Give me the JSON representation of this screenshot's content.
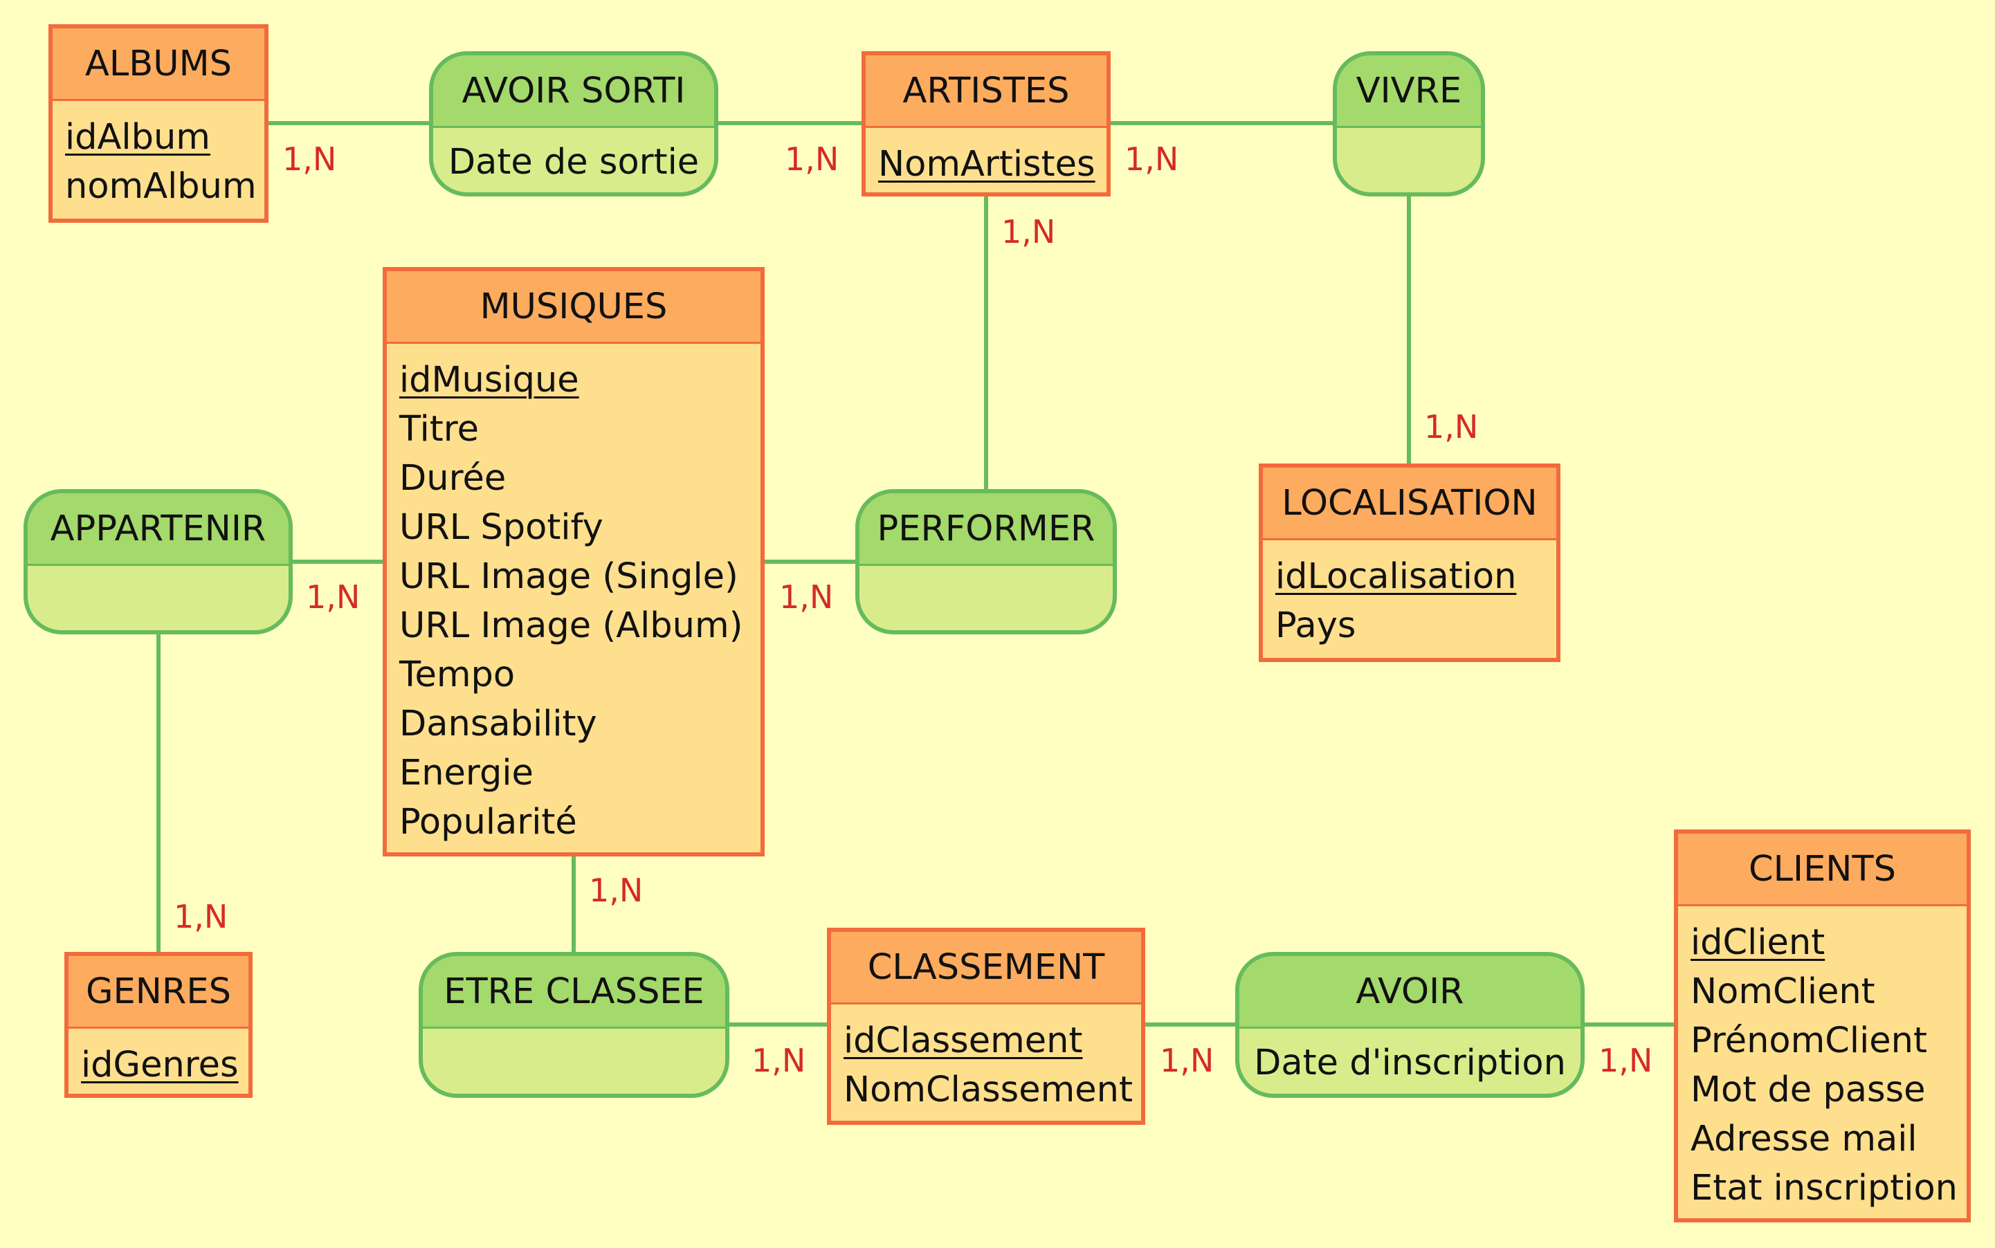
{
  "colors": {
    "background": "#ffffc1",
    "entity_border": "#f26b3d",
    "entity_header": "#fdab5e",
    "entity_body": "#fedf8d",
    "relation_border": "#66bb5c",
    "relation_header": "#a4d96b",
    "relation_body": "#d9ec8c",
    "cardinality": "#d42a2a"
  },
  "entities": {
    "albums": {
      "title": "ALBUMS",
      "attributes": [
        {
          "name": "idAlbum",
          "pk": true
        },
        {
          "name": "nomAlbum",
          "pk": false
        }
      ]
    },
    "artistes": {
      "title": "ARTISTES",
      "attributes": [
        {
          "name": "NomArtistes",
          "pk": true
        }
      ]
    },
    "musiques": {
      "title": "MUSIQUES",
      "attributes": [
        {
          "name": "idMusique",
          "pk": true
        },
        {
          "name": "Titre",
          "pk": false
        },
        {
          "name": "Durée",
          "pk": false
        },
        {
          "name": "URL Spotify",
          "pk": false
        },
        {
          "name": "URL Image (Single)",
          "pk": false
        },
        {
          "name": "URL Image (Album)",
          "pk": false
        },
        {
          "name": "Tempo",
          "pk": false
        },
        {
          "name": "Dansability",
          "pk": false
        },
        {
          "name": "Energie",
          "pk": false
        },
        {
          "name": "Popularité",
          "pk": false
        }
      ]
    },
    "localisation": {
      "title": "LOCALISATION",
      "attributes": [
        {
          "name": "idLocalisation",
          "pk": true
        },
        {
          "name": "Pays",
          "pk": false
        }
      ]
    },
    "genres": {
      "title": "GENRES",
      "attributes": [
        {
          "name": "idGenres",
          "pk": true
        }
      ]
    },
    "classement": {
      "title": "CLASSEMENT",
      "attributes": [
        {
          "name": "idClassement",
          "pk": true
        },
        {
          "name": "NomClassement",
          "pk": false
        }
      ]
    },
    "clients": {
      "title": "CLIENTS",
      "attributes": [
        {
          "name": "idClient",
          "pk": true
        },
        {
          "name": "NomClient",
          "pk": false
        },
        {
          "name": "PrénomClient",
          "pk": false
        },
        {
          "name": "Mot de passe",
          "pk": false
        },
        {
          "name": "Adresse mail",
          "pk": false
        },
        {
          "name": "Etat inscription",
          "pk": false
        }
      ]
    }
  },
  "relations": {
    "avoir_sorti": {
      "title": "AVOIR SORTI",
      "attribute": "Date de sortie"
    },
    "vivre": {
      "title": "VIVRE",
      "attribute": ""
    },
    "appartenir": {
      "title": "APPARTENIR",
      "attribute": ""
    },
    "performer": {
      "title": "PERFORMER",
      "attribute": ""
    },
    "etre_classee": {
      "title": "ETRE CLASSEE",
      "attribute": ""
    },
    "avoir": {
      "title": "AVOIR",
      "attribute": "Date d'inscription"
    }
  },
  "cardinalities": {
    "albums_avoir_sorti": "1,N",
    "artistes_avoir_sorti": "1,N",
    "artistes_vivre": "1,N",
    "artistes_performer": "1,N",
    "localisation_vivre": "1,N",
    "musiques_appartenir": "1,N",
    "musiques_performer": "1,N",
    "musiques_etre_classee": "1,N",
    "genres_appartenir": "1,N",
    "classement_etre_classee": "1,N",
    "classement_avoir": "1,N",
    "clients_avoir": "1,N"
  }
}
